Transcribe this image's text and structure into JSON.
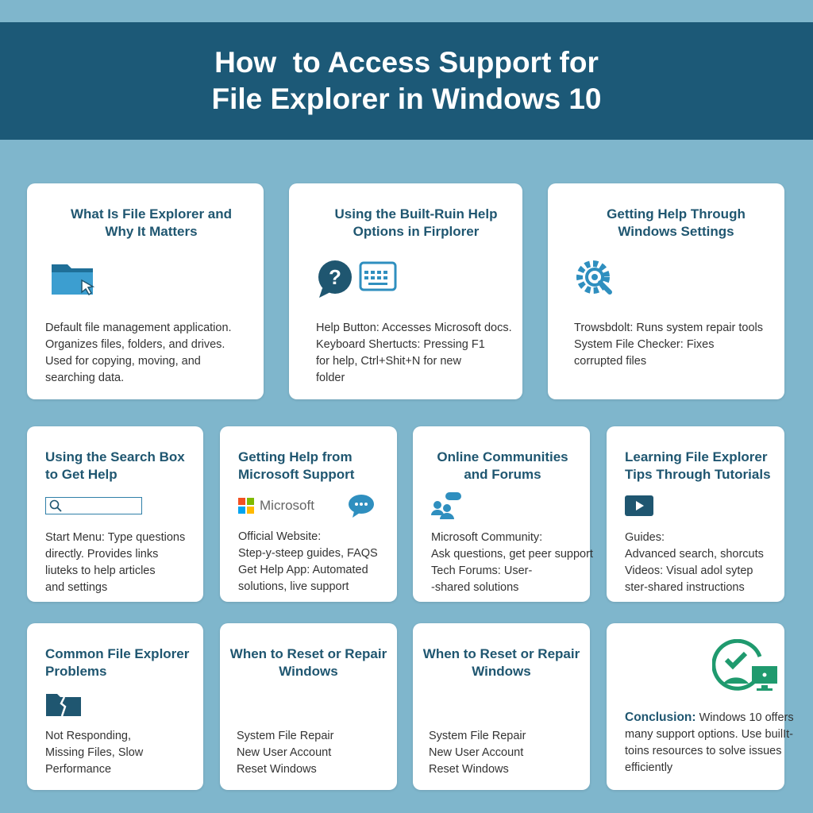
{
  "header": {
    "title_line1": "How  to Access Support for",
    "title_line2": "File Explorer in Windows 10"
  },
  "colors": {
    "banner": "#1c5977",
    "background": "#7fb6cc",
    "title": "#1f5670",
    "icon": "#2f8fbf",
    "conclusion_icon": "#1f9a6e"
  },
  "cards": [
    {
      "title": [
        "What Is File Explorer and",
        "Why It Matters"
      ],
      "icon": "folder-cursor-icon",
      "lines": [
        "Default file management application.",
        "Organizes files, folders, and drives.",
        "Used for copying, moving, and",
        "searching data."
      ]
    },
    {
      "title": [
        "Using the Built-Ruin Help",
        "Options in Firplorer"
      ],
      "icon": "help-keyboard-icon",
      "lines": [
        "Help Button: Accesses Microsoft docs.",
        "Keyboard Shertucts: Pressing F1",
        "for help, Ctrl+Shit+N for new",
        "folder"
      ]
    },
    {
      "title": [
        "Getting Help Through",
        "Windows Settings"
      ],
      "icon": "gear-search-icon",
      "lines": [
        "Trowsbdolt: Runs system repair tools",
        "System File Checker: Fixes",
        "corrupted files"
      ]
    },
    {
      "title": [
        "Using the Search Box",
        "to Get Help"
      ],
      "icon": "search-box-icon",
      "lines": [
        "Start Menu: Type questions",
        "directly. Provides links",
        "liuteks to help articles",
        "and settings"
      ]
    },
    {
      "title": [
        "Getting Help from",
        "Microsoft Support"
      ],
      "icon": "microsoft-chat-icon",
      "logo_text": "Microsoft",
      "lines": [
        "Official Website:",
        "Step-y-steep guides, FAQS",
        "Get Help App: Automated",
        "solutions, live support"
      ]
    },
    {
      "title": [
        "Online Communities",
        "and Forums"
      ],
      "icon": "community-icon",
      "lines": [
        "Microsoft Community:",
        "Ask questions, get peer support",
        "Tech Forums: User-",
        "-shared solutions"
      ]
    },
    {
      "title": [
        "Learning File Explorer",
        "Tips Through Tutorials"
      ],
      "icon": "video-play-icon",
      "lines": [
        "Guides:",
        "Advanced search, shorcuts",
        "Videos: Visual adol sytep",
        "ster-shared instructions"
      ]
    },
    {
      "title": [
        "Common File Explorer",
        "Problems"
      ],
      "icon": "broken-folder-icon",
      "lines": [
        "Not Responding,",
        "Missing Files, Slow",
        "Performance"
      ]
    },
    {
      "title": [
        "When to Reset or Repair",
        "Windows"
      ],
      "lines": [
        "System File Repair",
        "New User Account",
        "Reset Windows"
      ]
    },
    {
      "title": [
        "When to Reset or Repair",
        "Windows"
      ],
      "lines": [
        "System File Repair",
        "New User Account",
        "Reset Windows"
      ]
    },
    {
      "conclusion_label": "Conclusion:",
      "lines": [
        " Windows 10 offers",
        "many support options. Use builIt-",
        "toins resources to solve issues",
        "efficiently"
      ]
    }
  ]
}
